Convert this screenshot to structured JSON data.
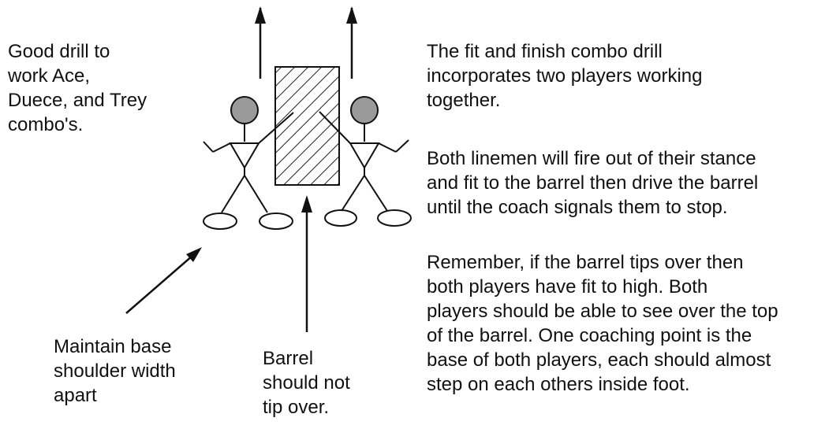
{
  "left_note": [
    "Good drill to",
    "work Ace,",
    "Duece, and Trey",
    "combo's."
  ],
  "intro": [
    "The fit and finish combo drill",
    "incorporates two players working",
    "together."
  ],
  "drive": [
    "Both linemen will fire out of their stance",
    "and fit to the barrel then drive the barrel",
    "until the coach signals them to stop."
  ],
  "remember": [
    "Remember, if the barrel tips over then",
    "both players have fit to high.  Both",
    "players should be able to see over the top",
    "of the barrel.  One coaching point is the",
    "base of both players, each should almost",
    "step on each others inside foot."
  ],
  "base_label": [
    "Maintain base",
    "shoulder width",
    "apart"
  ],
  "barrel_label": [
    "Barrel",
    "should not",
    "tip over."
  ],
  "colors": {
    "player_head": "#9a9a9a",
    "ink": "#111111",
    "hatch": "#222222"
  }
}
